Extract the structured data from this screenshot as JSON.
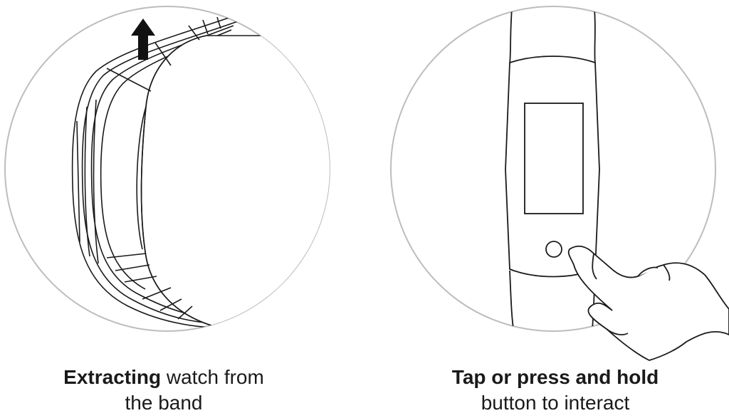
{
  "panels": [
    {
      "caption_bold": "Extracting",
      "caption_regular_line1": " watch from",
      "caption_regular_line2": "the band"
    },
    {
      "caption_bold": "Tap or press and hold",
      "caption_regular_line2": "button to interact"
    }
  ],
  "colors": {
    "circle_outline": "#bdbdbd",
    "line_art": "#1a1a1a",
    "arrow": "#111111"
  },
  "icons": {
    "left": "up-arrow-icon",
    "right": "pointing-finger-icon"
  }
}
